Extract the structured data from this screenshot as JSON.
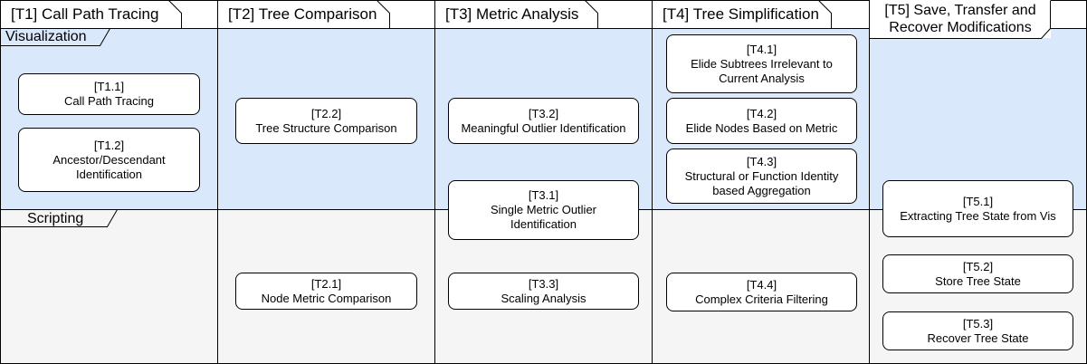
{
  "columns": [
    {
      "id": "T1",
      "label": "[T1] Call Path Tracing"
    },
    {
      "id": "T2",
      "label": "[T2] Tree Comparison"
    },
    {
      "id": "T3",
      "label": "[T3] Metric Analysis"
    },
    {
      "id": "T4",
      "label": "[T4] Tree Simplification"
    },
    {
      "id": "T5",
      "label_line1": "[T5]  Save, Transfer and",
      "label_line2": "Recover Modifications"
    }
  ],
  "lanes": {
    "visualization": "Visualization",
    "scripting": "Scripting"
  },
  "tasks": {
    "t1_1": {
      "code": "[T1.1]",
      "lines": [
        "Call Path Tracing"
      ]
    },
    "t1_2": {
      "code": "[T1.2]",
      "lines": [
        "Ancestor/Descendant",
        "Identification"
      ]
    },
    "t2_2": {
      "code": "[T2.2]",
      "lines": [
        "Tree Structure Comparison"
      ]
    },
    "t2_1": {
      "code": "[T2.1]",
      "lines": [
        "Node Metric Comparison"
      ]
    },
    "t3_2": {
      "code": "[T3.2]",
      "lines": [
        "Meaningful Outlier Identification"
      ]
    },
    "t3_1": {
      "code": "[T3.1]",
      "lines": [
        "Single Metric Outlier",
        "Identification"
      ]
    },
    "t3_3": {
      "code": "[T3.3]",
      "lines": [
        "Scaling Analysis"
      ]
    },
    "t4_1": {
      "code": "[T4.1]",
      "lines": [
        "Elide Subtrees Irrelevant to",
        "Current Analysis"
      ]
    },
    "t4_2": {
      "code": "[T4.2]",
      "lines": [
        "Elide Nodes Based on Metric"
      ]
    },
    "t4_3": {
      "code": "[T4.3]",
      "lines": [
        "Structural or Function Identity",
        "based Aggregation"
      ]
    },
    "t4_4": {
      "code": "[T4.4]",
      "lines": [
        "Complex Criteria Filtering"
      ]
    },
    "t5_1": {
      "code": "[T5.1]",
      "lines": [
        "Extracting Tree State from Vis"
      ]
    },
    "t5_2": {
      "code": "[T5.2]",
      "lines": [
        "Store Tree State"
      ]
    },
    "t5_3": {
      "code": "[T5.3]",
      "lines": [
        "Recover Tree State"
      ]
    }
  },
  "colors": {
    "visualization_lane": "#dae8fc",
    "scripting_lane": "#f5f5f5",
    "box_fill": "#ffffff",
    "stroke": "#000000"
  }
}
